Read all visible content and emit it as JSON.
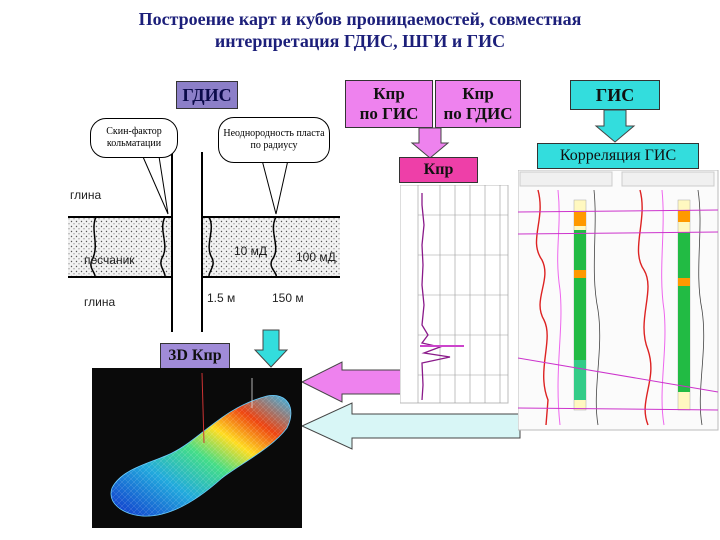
{
  "title": {
    "line1": "Построение карт и кубов проницаемостей, совместная",
    "line2": "интерпретация ГДИС, ШГИ и ГИС"
  },
  "gdis": {
    "label": "ГДИС"
  },
  "kpr_gis": {
    "line1": "Кпр",
    "line2": "по ГИС"
  },
  "kpr_gdis": {
    "line1": "Кпр",
    "line2": "по ГДИС"
  },
  "gis": {
    "label": "ГИС"
  },
  "kpr_center": {
    "label": "Кпр"
  },
  "correlation": {
    "label": "Корреляция ГИС"
  },
  "callouts": {
    "skin": "Скин-фактор кольматации",
    "heterogeneity": "Неоднородность пласта по радиусу"
  },
  "layers": {
    "top": "глина",
    "middle": "песчаник",
    "bottom": "глина"
  },
  "measures": {
    "perm_near": "10 мД",
    "perm_far": "100 мД",
    "radius_near": "1.5 м",
    "radius_far": "150 м"
  },
  "model3d": {
    "label": "3D Кпр"
  },
  "colors": {
    "title": "#1c1f7a",
    "gdis_box": "#8c7fc8",
    "kpr_gis_box": "#ee82ee",
    "kpr_gdis_box": "#ee82ee",
    "gis_box": "#33dddd",
    "kpr_center_box": "#ee3fa8",
    "correlation_box": "#33dddd",
    "model3d_box": "#a08bd8",
    "arrow_pink": "#ee82ee",
    "arrow_cyan": "#33dddd"
  }
}
